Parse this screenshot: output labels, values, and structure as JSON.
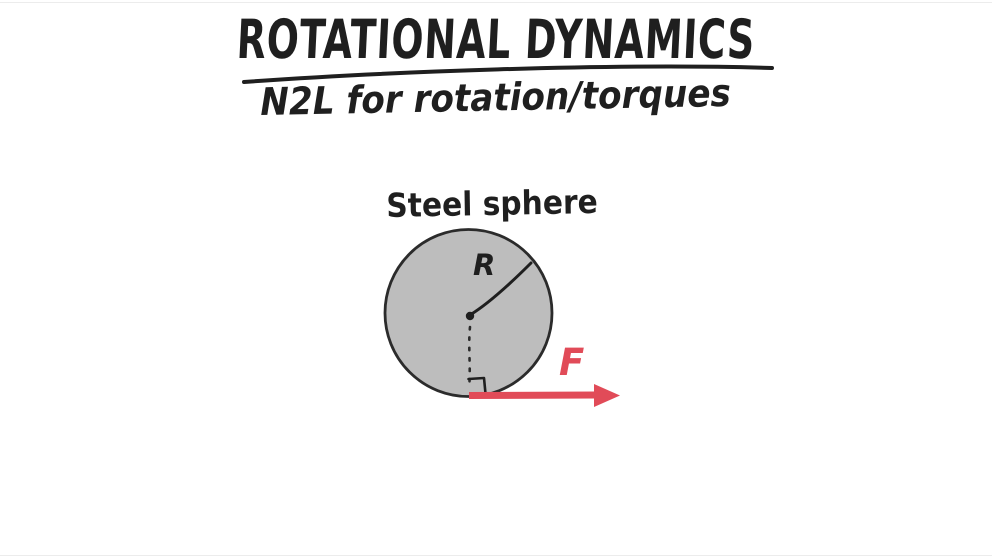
{
  "canvas": {
    "background": "#ffffff",
    "edge_line_color": "#ececec"
  },
  "header": {
    "title": "ROTATIONAL DYNAMICS",
    "subtitle": "N2L for rotation/torques"
  },
  "diagram": {
    "sphere_label": "Steel sphere",
    "radius_label": "R",
    "force_label": "F"
  },
  "colors": {
    "ink": "#1f1f1f",
    "sphere_fill": "#bdbdbd",
    "sphere_outline": "#2b2b2b",
    "force_red": "#e14b58"
  }
}
